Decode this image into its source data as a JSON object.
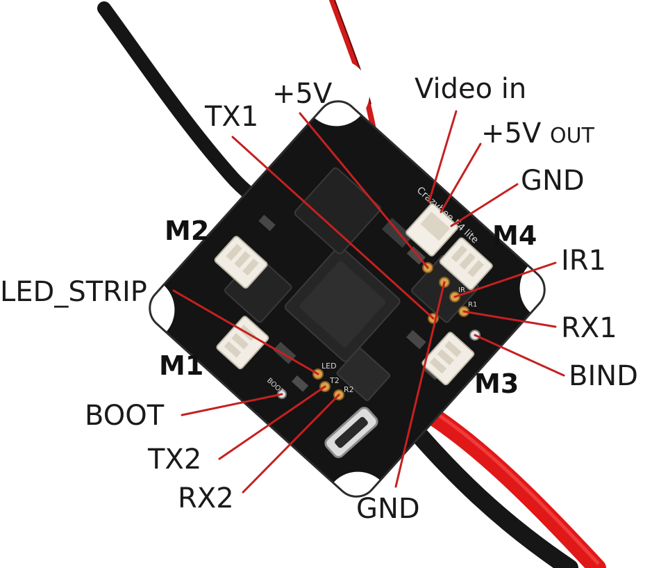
{
  "colors": {
    "callout_line": "#c62020",
    "pcb": "#141414",
    "label_text": "#1a1a1a",
    "pad": "#d7a24a",
    "wire_red": "#e01818",
    "wire_black": "#1a1a1a"
  },
  "board": {
    "silkscreen_name": "Crazybee F4 lite",
    "silk_led": "LED",
    "silk_t2": "T2",
    "silk_r2": "R2",
    "silk_boot": "BOOT",
    "silk_ir": "IR",
    "silk_r1": "R1"
  },
  "labels": {
    "motor_m1": "M1",
    "motor_m2": "M2",
    "motor_m3": "M3",
    "motor_m4": "M4",
    "tx1": "TX1",
    "plus5v": "+5V",
    "video_in": "Video in",
    "plus5v_out_main": "+5V",
    "plus5v_out_suffix": "OUT",
    "gnd_top": "GND",
    "ir1": "IR1",
    "rx1": "RX1",
    "bind": "BIND",
    "led_strip": "LED_STRIP",
    "boot": "BOOT",
    "tx2": "TX2",
    "rx2": "RX2",
    "gnd_bottom": "GND"
  }
}
